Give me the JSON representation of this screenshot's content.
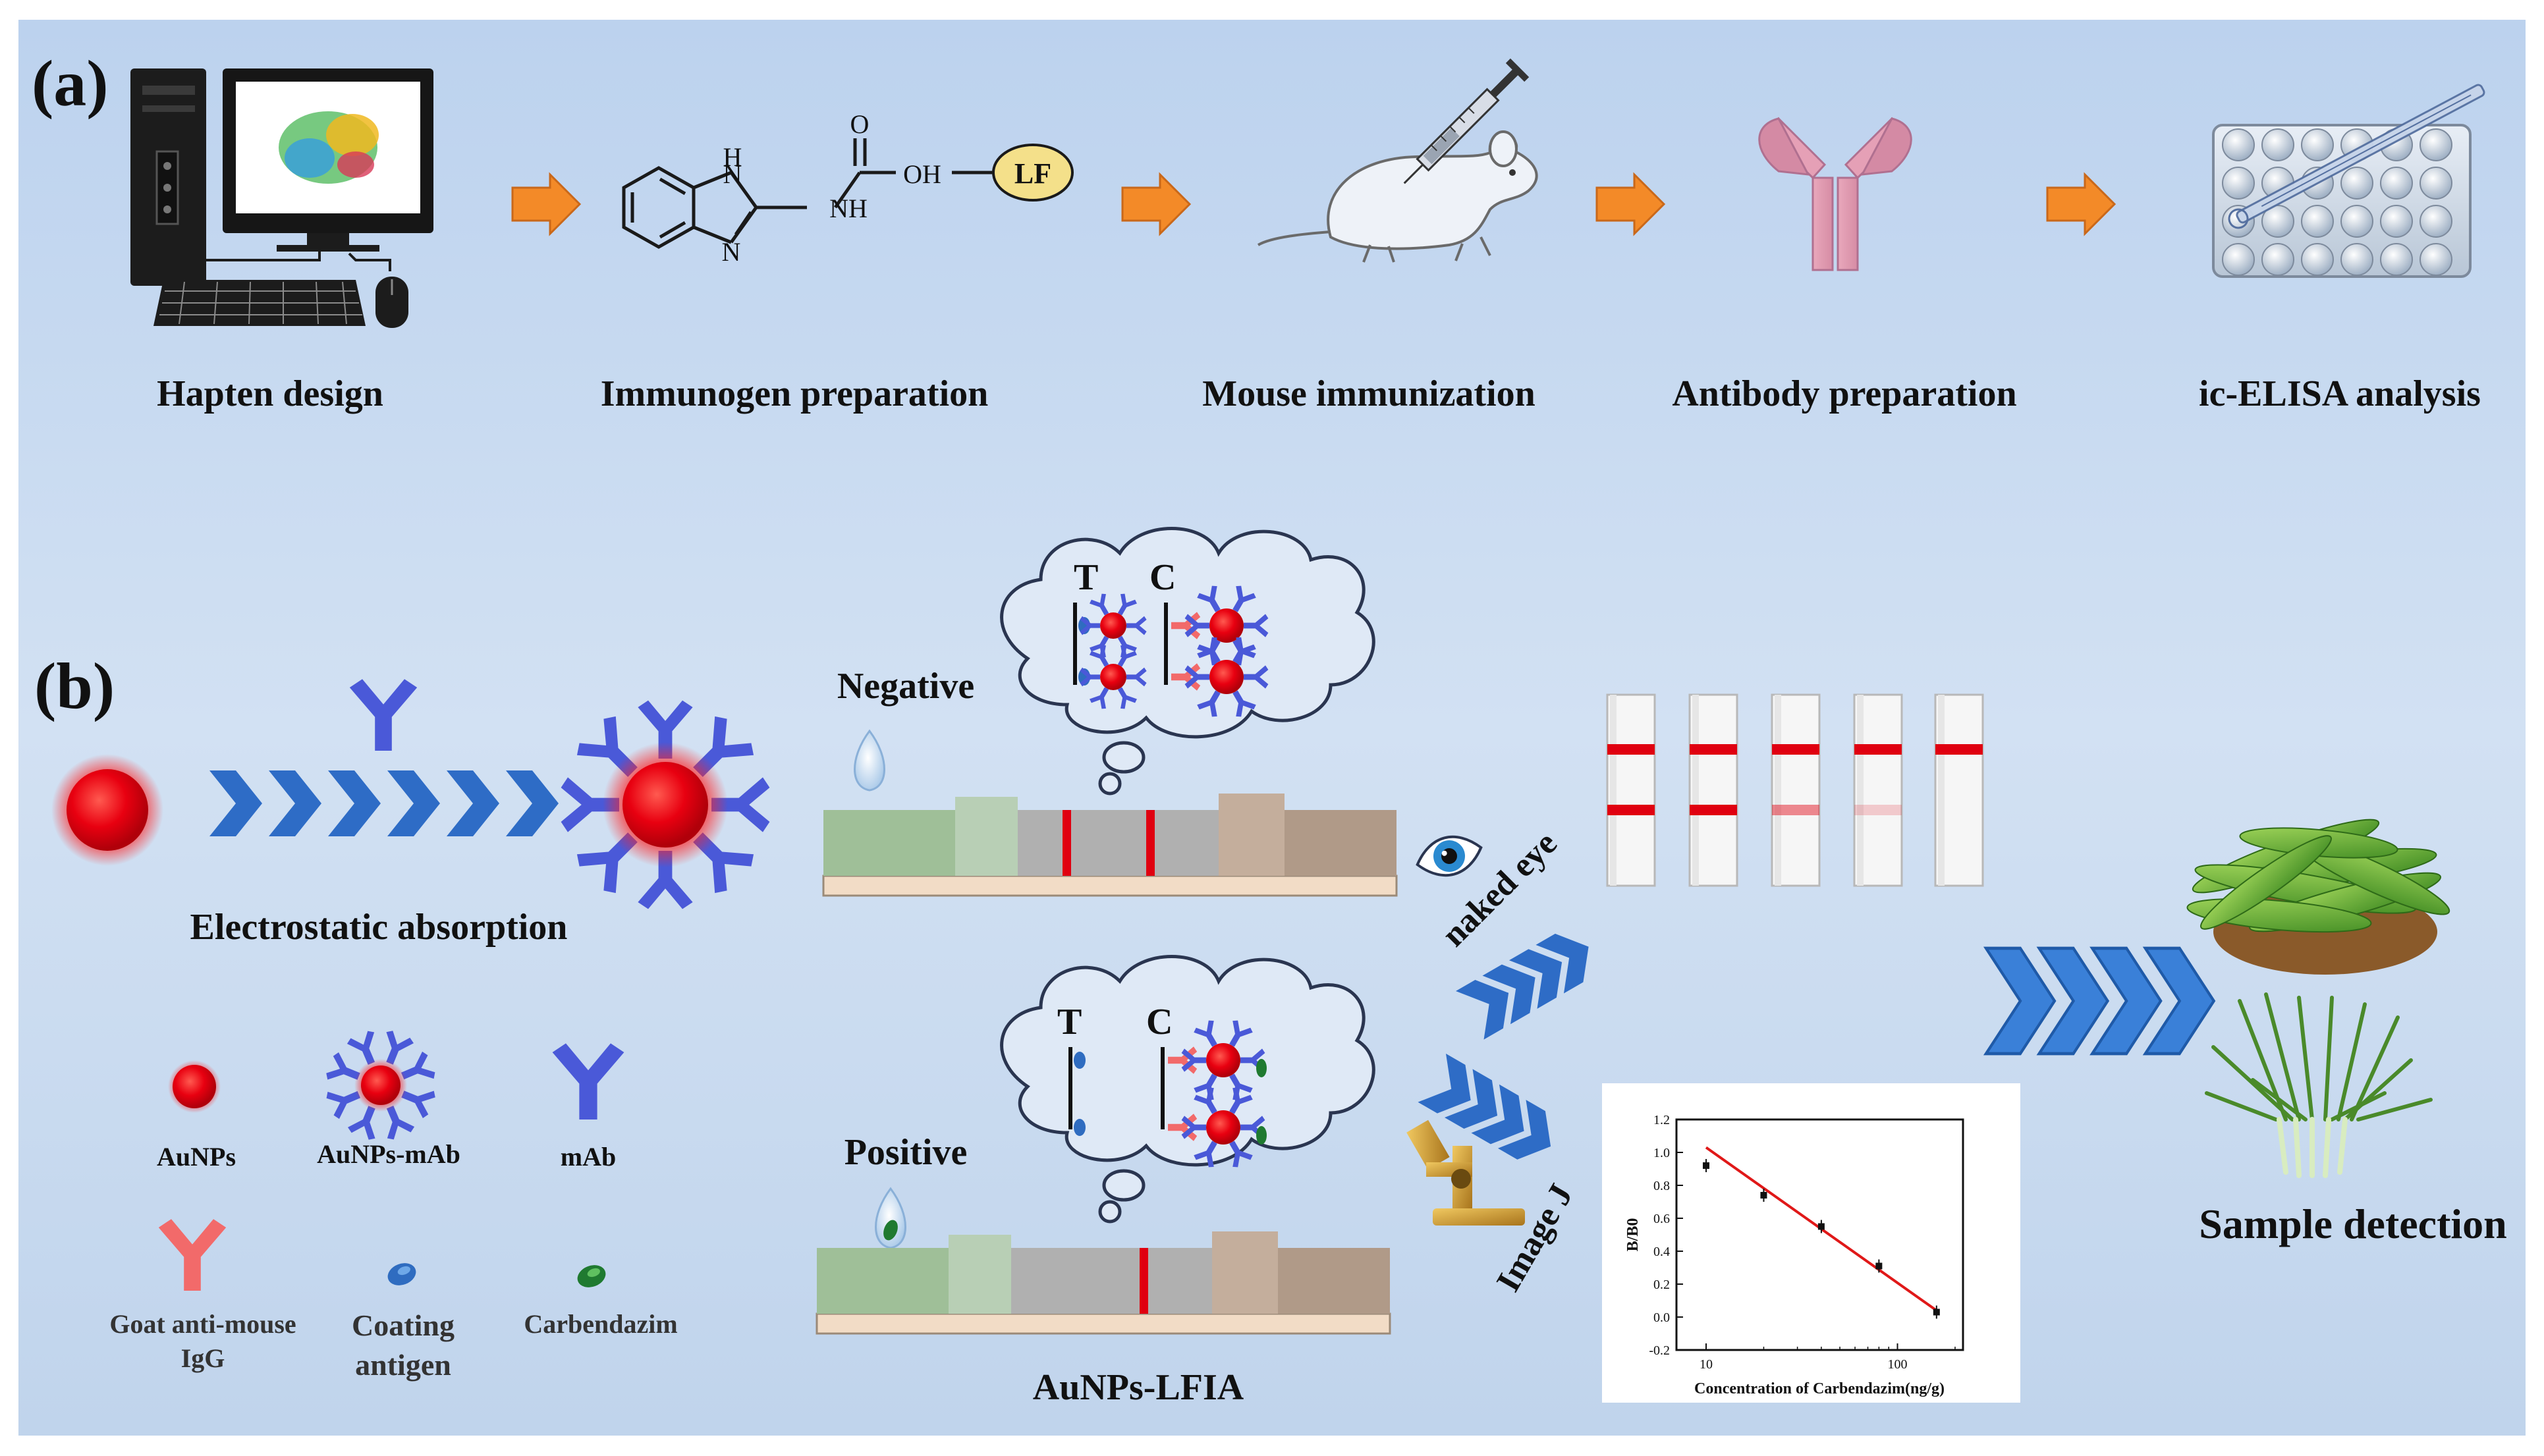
{
  "panel_a": {
    "label": "(a)",
    "steps": [
      {
        "label": "Hapten design",
        "icon": "computer-icon"
      },
      {
        "label": "Immunogen preparation",
        "icon": "chemical-structure-icon"
      },
      {
        "label": "Mouse immunization",
        "icon": "mouse-syringe-icon"
      },
      {
        "label": "Antibody preparation",
        "icon": "antibody-icon"
      },
      {
        "label": "ic-ELISA analysis",
        "icon": "elisa-plate-icon"
      }
    ],
    "structure": {
      "n1": "H",
      "n1b": "N",
      "n2": "N",
      "nh": "NH",
      "o": "O",
      "oh": "OH",
      "lf": "LF"
    }
  },
  "panel_b": {
    "label": "(b)",
    "conjugation_label": "Electrostatic absorption",
    "legend": [
      {
        "label": "AuNPs",
        "icon": "aunp-icon"
      },
      {
        "label": "AuNPs-mAb",
        "icon": "aunp-mab-icon"
      },
      {
        "label": "mAb",
        "icon": "mab-icon"
      },
      {
        "label": "Goat anti-mouse IgG",
        "line1": "Goat anti-mouse",
        "line2": "IgG",
        "icon": "goat-igg-icon"
      },
      {
        "label": "Coating antigen",
        "line1": "Coating",
        "line2": "antigen",
        "icon": "coating-antigen-icon"
      },
      {
        "label": "Carbendazim",
        "icon": "carbendazim-icon"
      }
    ],
    "negative": {
      "label": "Negative",
      "t": "T",
      "c": "C"
    },
    "positive": {
      "label": "Positive",
      "t": "T",
      "c": "C"
    },
    "strip_label": "AuNPs-LFIA",
    "readout_eye": "naked eye",
    "readout_imagej": "Image J",
    "sample_label": "Sample detection",
    "test_strips": [
      {
        "c_line": 1.0,
        "t_line": 1.0
      },
      {
        "c_line": 1.0,
        "t_line": 1.0
      },
      {
        "c_line": 1.0,
        "t_line": 0.45
      },
      {
        "c_line": 1.0,
        "t_line": 0.18
      },
      {
        "c_line": 1.0,
        "t_line": 0.0
      }
    ],
    "colors": {
      "gold": "#e00010",
      "mab": "#4a59d8",
      "igg": "#f26a6a",
      "arrow": "#3a73c8",
      "orange": "#f38a28",
      "background": "#c5d7ee"
    }
  },
  "chart_data": {
    "type": "scatter",
    "xlabel": "Concentration of Carbendazim(ng/g)",
    "ylabel": "B/B0",
    "xscale": "log",
    "xlim": [
      7,
      220
    ],
    "ylim": [
      -0.2,
      1.2
    ],
    "xticks": [
      "10",
      "100"
    ],
    "yticks": [
      "-0.2",
      "0.0",
      "0.2",
      "0.4",
      "0.6",
      "0.8",
      "1.0",
      "1.2"
    ],
    "x": [
      10,
      20,
      40,
      80,
      160
    ],
    "y": [
      0.92,
      0.74,
      0.55,
      0.31,
      0.03
    ],
    "fit_line": {
      "x": [
        10,
        160
      ],
      "y": [
        1.03,
        0.04
      ],
      "color": "#e01818"
    }
  }
}
